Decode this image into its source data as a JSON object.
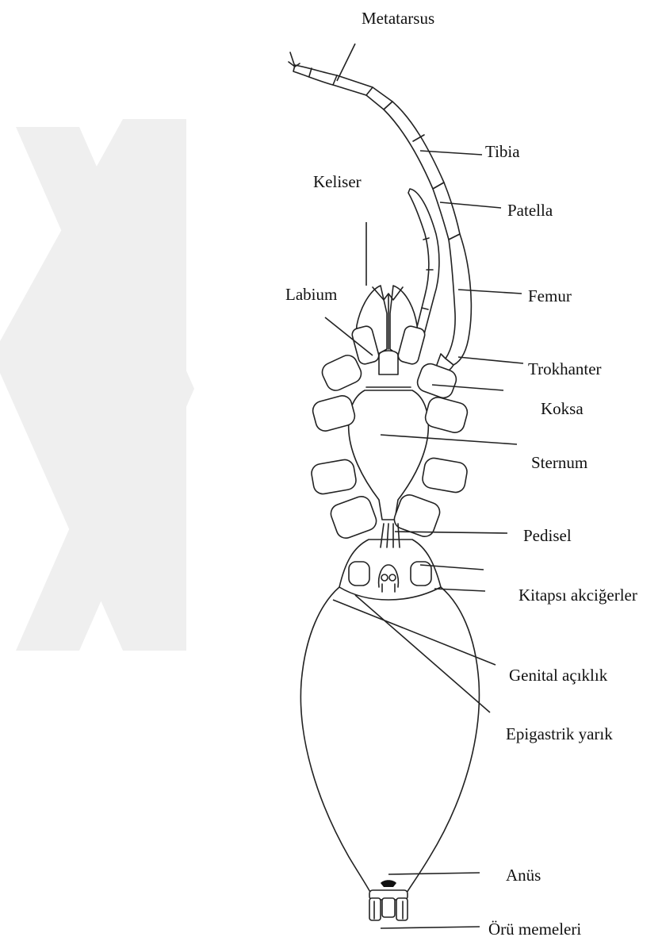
{
  "colors": {
    "watermark": "#efefef",
    "ink": "#222222",
    "background": "#ffffff"
  },
  "labels": {
    "metatarsus": "Metatarsus",
    "tibia": "Tibia",
    "keliser": "Keliser",
    "patella": "Patella",
    "labium": "Labium",
    "femur": "Femur",
    "trokhanter": "Trokhanter",
    "koksa": "Koksa",
    "sternum": "Sternum",
    "pedisel": "Pedisel",
    "kitapsi": "Kitapsı akciğerler",
    "genital": "Genital açıklık",
    "epigastrik": "Epigastrik yarık",
    "anus": "Anüs",
    "oru": "Örü memeleri"
  }
}
